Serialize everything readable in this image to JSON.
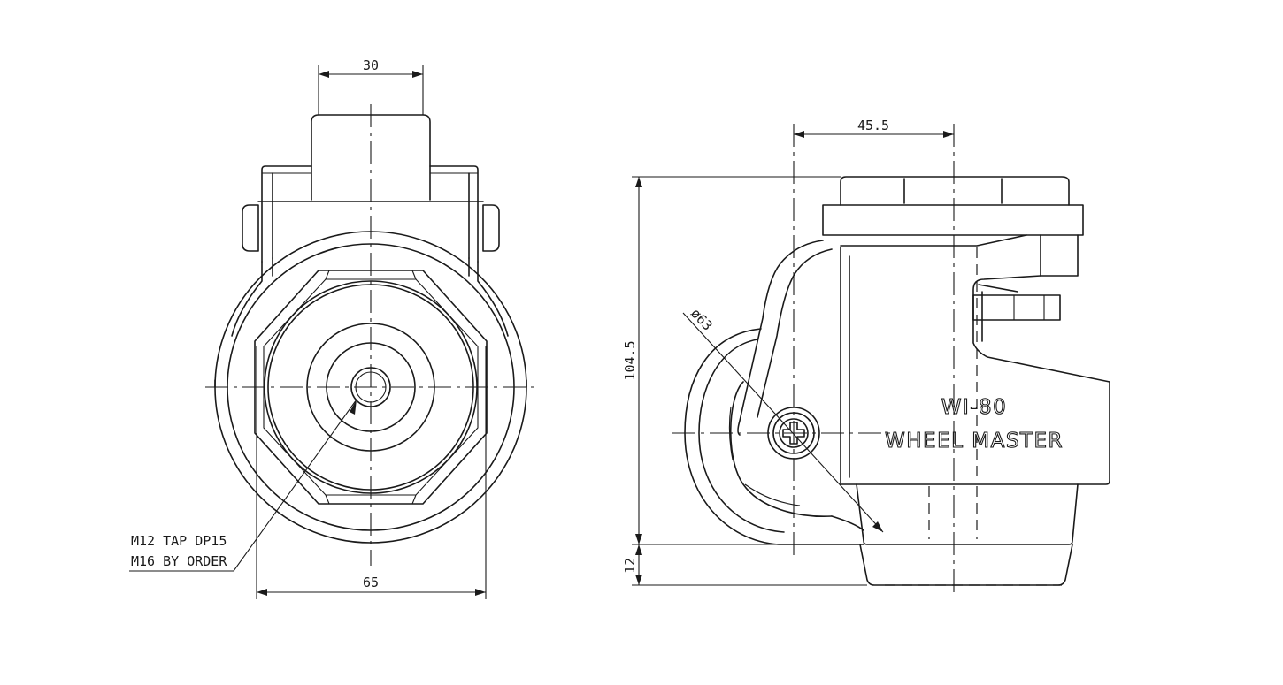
{
  "front_view": {
    "dim_top": "30",
    "dim_bottom": "65",
    "callout_line1": "M12 TAP DP15",
    "callout_line2": "M16 BY ORDER"
  },
  "side_view": {
    "dim_top": "45.5",
    "dim_height": "104.5",
    "dim_base": "12",
    "dim_wheel": "ø63",
    "model": "WI-80",
    "brand": "WHEEL MASTER"
  },
  "colors": {
    "line": "#1a1a1a",
    "background": "#ffffff"
  }
}
